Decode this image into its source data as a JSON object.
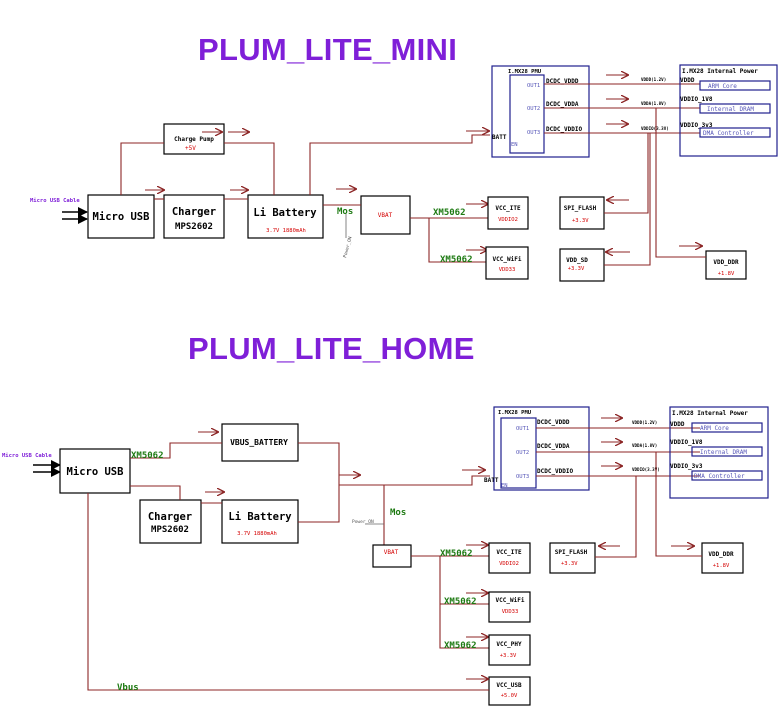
{
  "colors": {
    "title": "#7f1fd8",
    "wire": "#8c2626",
    "label_green": "#1d7a12",
    "value_red": "#d40000",
    "pmu_blue": "#20208e"
  },
  "mini": {
    "title": "PLUM_LITE_MINI",
    "cable": "Micro USB Cable",
    "micro_usb": "Micro USB",
    "charge_pump": "Charge Pump",
    "charge_pump_v": "+5V",
    "charger_1": "Charger",
    "charger_2": "MPS2602",
    "battery": "Li Battery",
    "battery_v": "3.7V 1880mAh",
    "mos": "Mos",
    "power_on": "Power_ON",
    "vbat": "VBAT",
    "xm1": "XM5062",
    "xm2": "XM5062",
    "vcc_ite": "VCC_ITE",
    "vcc_ite_v": "VDDIO2",
    "vcc_wifi": "VCC_WiFi",
    "vcc_wifi_v": "VDD33",
    "spi_flash": "SPI_FLASH",
    "spi_flash_v": "+3.3V",
    "vdd_sd": "VDD_SD",
    "vdd_sd_v": "+3.3V",
    "vdd_ddr": "VDD_DDR",
    "vdd_ddr_v": "+1.8V",
    "pmu_title": "I.MX28 PMU",
    "batt": "BATT",
    "en": "EN",
    "out1": "OUT1",
    "out2": "OUT2",
    "out3": "OUT3",
    "dcdc_vddd": "DCDC_VDDD",
    "dcdc_vdda": "DCDC_VDDA",
    "dcdc_vddio": "DCDC_VDDIO",
    "rail1": "VDDD(1.2V)",
    "rail2": "VDDA(1.8V)",
    "rail3": "VDDIO(3.3V)",
    "ip_title": "I.MX28 Internal Power",
    "vddd": "VDDD",
    "vddio_1v8": "VDDIO_1V8",
    "vddio_3v3": "VDDIO_3v3",
    "arm_core": "ARM Core",
    "internal_dram": "Internal DRAM",
    "dma_controller": "DMA Controller"
  },
  "home": {
    "title": "PLUM_LITE_HOME",
    "cable": "Micro USB Cable",
    "micro_usb": "Micro USB",
    "xm_vbus": "XM5062",
    "vbus_battery": "VBUS_BATTERY",
    "charger_1": "Charger",
    "charger_2": "MPS2602",
    "battery": "Li Battery",
    "battery_v": "3.7V 1880mAh",
    "mos": "Mos",
    "power_on": "Power_ON",
    "vbat": "VBAT",
    "xm1": "XM5062",
    "xm2": "XM5062",
    "xm3": "XM5062",
    "vcc_ite": "VCC_ITE",
    "vcc_ite_v": "VDDIO2",
    "spi_flash": "SPI_FLASH",
    "spi_flash_v": "+3.3V",
    "vcc_wifi": "VCC_WiFi",
    "vcc_wifi_v": "VDD33",
    "vcc_phy": "VCC_PHY",
    "vcc_phy_v": "+3.3V",
    "vcc_usb": "VCC_USB",
    "vcc_usb_v": "+5.0V",
    "vbus": "Vbus",
    "vdd_ddr": "VDD_DDR",
    "vdd_ddr_v": "+1.8V",
    "pmu_title": "I.MX28 PMU",
    "batt": "BATT",
    "en": "EN",
    "out1": "OUT1",
    "out2": "OUT2",
    "out3": "OUT3",
    "dcdc_vddd": "DCDC_VDDD",
    "dcdc_vdda": "DCDC_VDDA",
    "dcdc_vddio": "DCDC_VDDIO",
    "rail1": "VDDD(1.2V)",
    "rail2": "VDDA(1.8V)",
    "rail3": "VDDIO(3.3V)",
    "ip_title": "I.MX28 Internal Power",
    "vddd": "VDDD",
    "vddio_1v8": "VDDIO_1V8",
    "vddio_3v3": "VDDIO_3v3",
    "arm_core": "ARM Core",
    "internal_dram": "Internal DRAM",
    "dma_controller": "DMA Controller"
  }
}
